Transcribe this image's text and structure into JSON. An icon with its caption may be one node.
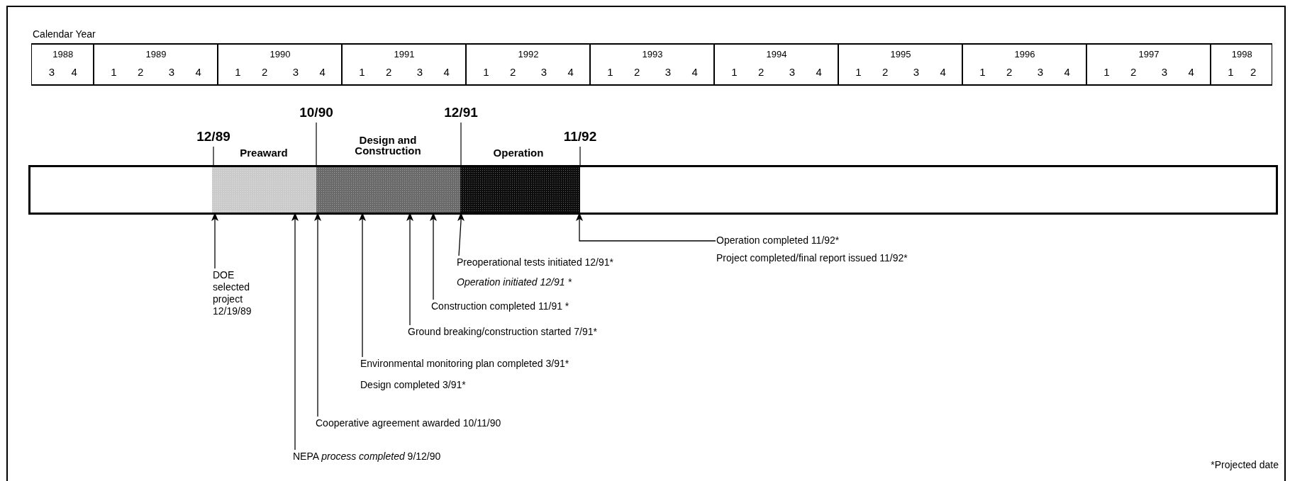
{
  "diagram": {
    "nodes": [
      {
        "text": [],
        "shape": "bar"
      },
      {
        "text": [
          "Preaward"
        ],
        "in": 0
      },
      {
        "text": [
          "Design and Construction"
        ],
        "in": 0
      },
      {
        "text": [
          "Operation"
        ],
        "in": 0
      },
      {
        "text": [
          "DOE selected project 12/19/89"
        ]
      },
      {
        "text": [
          "NEPA *process completed* 9/12/90"
        ]
      },
      {
        "text": [
          "Cooperative agreement awarded 10/11/90"
        ]
      },
      {
        "text": [
          "Environmental monitoring plan completed 3/91*",
          "Design completed 3/91*"
        ]
      },
      {
        "text": [
          "Ground breaking/construction started 7/91*"
        ]
      },
      {
        "text": [
          "Construction completed 11/91 *"
        ]
      },
      {
        "text": [
          "Preoperational tests initiated 12/91*",
          "Operation initiated 12/91 *"
        ]
      },
      {
        "text": [
          "Operation completed 11/92*",
          "Project completed/final report issued 11/92*"
        ]
      }
    ],
    "edges": [
      {
        "from": 4,
        "to": 1,
        "arrow": "to"
      },
      {
        "from": 5,
        "to": 1,
        "arrow": "to"
      },
      {
        "from": 6,
        "to": 2,
        "arrow": "to"
      },
      {
        "from": 7,
        "to": 2,
        "arrow": "to"
      },
      {
        "from": 8,
        "to": 2,
        "arrow": "to"
      },
      {
        "from": 9,
        "to": 2,
        "arrow": "to"
      },
      {
        "from": 10,
        "to": 3,
        "arrow": "to"
      },
      {
        "from": 11,
        "to": 3,
        "arrow": "to"
      }
    ],
    "labels": [
      "Calendar Year",
      "1988",
      "1989",
      "1990",
      "1991",
      "1992",
      "1993",
      "1994",
      "1995",
      "1996",
      "1997",
      "1998",
      "3",
      "4",
      "1",
      "2",
      "3",
      "4",
      "1",
      "2",
      "3",
      "4",
      "1",
      "2",
      "3",
      "4",
      "1",
      "2",
      "3",
      "4",
      "1",
      "2",
      "3",
      "4",
      "1",
      "2",
      "3",
      "4",
      "1",
      "2",
      "3",
      "4",
      "1",
      "2",
      "3",
      "4",
      "1",
      "2",
      "3",
      "4",
      "1",
      "2",
      "10/90",
      "12/91",
      "12/89",
      "11/92",
      "*Projected date"
    ]
  }
}
